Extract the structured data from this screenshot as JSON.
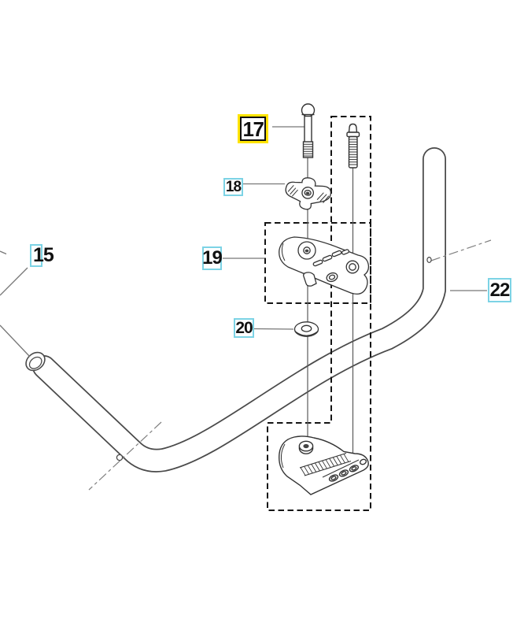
{
  "diagram": {
    "callouts": {
      "c15": "15",
      "c17": "17",
      "c18": "18",
      "c19": "19",
      "c20": "20",
      "c22": "22"
    },
    "highlighted_callout": "17",
    "colors": {
      "highlight": "#FFE400",
      "callout_border": "#7CD3E5",
      "art_line": "#4A4A4A"
    }
  }
}
